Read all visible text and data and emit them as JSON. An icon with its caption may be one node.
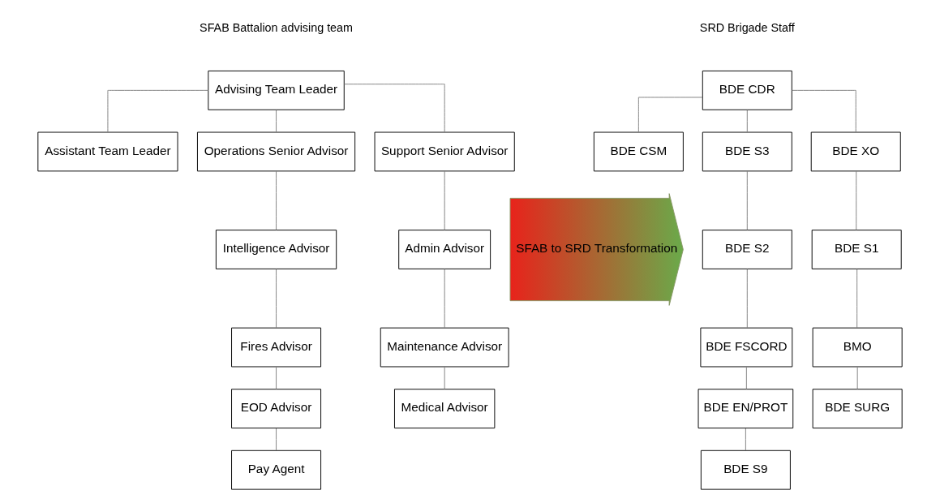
{
  "diagram": {
    "nodes": [
      {
        "text": [
          "Advising Team Leader"
        ]
      },
      {
        "text": [
          "Assistant Team Leader"
        ]
      },
      {
        "text": [
          "Operations Senior Advisor"
        ]
      },
      {
        "text": [
          "Support Senior Advisor"
        ]
      },
      {
        "text": [
          "Intelligence Advisor"
        ]
      },
      {
        "text": [
          "Admin Advisor"
        ]
      },
      {
        "text": [
          "Fires Advisor"
        ]
      },
      {
        "text": [
          "Maintenance Advisor"
        ]
      },
      {
        "text": [
          "EOD Advisor"
        ]
      },
      {
        "text": [
          "Medical Advisor"
        ]
      },
      {
        "text": [
          "Pay Agent"
        ]
      },
      {
        "text": [
          "SFAB to SRD Transformation"
        ]
      },
      {
        "text": [
          "BDE CDR"
        ]
      },
      {
        "text": [
          "BDE CSM"
        ]
      },
      {
        "text": [
          "BDE S3"
        ]
      },
      {
        "text": [
          "BDE XO"
        ]
      },
      {
        "text": [
          "BDE S2"
        ]
      },
      {
        "text": [
          "BDE S1"
        ]
      },
      {
        "text": [
          "BDE FSCORD"
        ]
      },
      {
        "text": [
          "BMO"
        ]
      },
      {
        "text": [
          "BDE EN/PROT"
        ]
      },
      {
        "text": [
          "BDE SURG"
        ]
      },
      {
        "text": [
          "BDE S9"
        ]
      }
    ],
    "edges": [
      {
        "from": 0,
        "to": 1,
        "arrow": "none"
      },
      {
        "from": 0,
        "to": 2,
        "arrow": "none"
      },
      {
        "from": 0,
        "to": 3,
        "arrow": "none"
      },
      {
        "from": 2,
        "to": 4,
        "arrow": "none"
      },
      {
        "from": 4,
        "to": 6,
        "arrow": "none"
      },
      {
        "from": 6,
        "to": 8,
        "arrow": "none"
      },
      {
        "from": 8,
        "to": 10,
        "arrow": "none"
      },
      {
        "from": 3,
        "to": 5,
        "arrow": "none"
      },
      {
        "from": 5,
        "to": 7,
        "arrow": "none"
      },
      {
        "from": 7,
        "to": 9,
        "arrow": "none"
      },
      {
        "from": 12,
        "to": 13,
        "arrow": "none"
      },
      {
        "from": 12,
        "to": 14,
        "arrow": "none"
      },
      {
        "from": 12,
        "to": 15,
        "arrow": "none"
      },
      {
        "from": 14,
        "to": 16,
        "arrow": "none"
      },
      {
        "from": 16,
        "to": 18,
        "arrow": "none"
      },
      {
        "from": 18,
        "to": 20,
        "arrow": "none"
      },
      {
        "from": 20,
        "to": 22,
        "arrow": "none"
      },
      {
        "from": 15,
        "to": 17,
        "arrow": "none"
      },
      {
        "from": 17,
        "to": 19,
        "arrow": "none"
      },
      {
        "from": 19,
        "to": 21,
        "arrow": "none"
      }
    ],
    "labels": [
      "SFAB Battalion advising team",
      "SRD Brigade Staff"
    ]
  }
}
